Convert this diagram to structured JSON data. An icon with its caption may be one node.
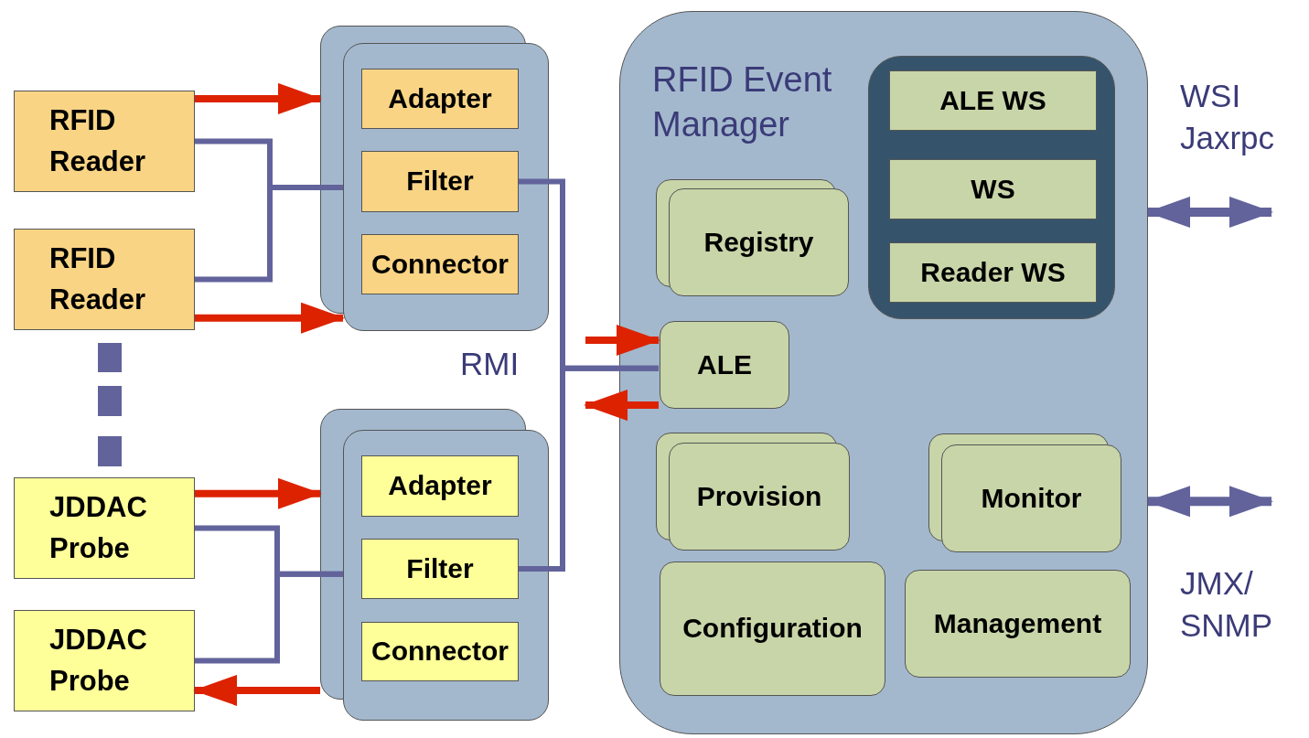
{
  "diagram": {
    "nodes": [
      {
        "text": [
          "RFID Reader"
        ]
      },
      {
        "text": [
          "RFID Reader"
        ]
      },
      {
        "text": [
          "JDDAC Probe"
        ]
      },
      {
        "text": [
          "JDDAC Probe"
        ]
      },
      {
        "text": [],
        "shape": "box"
      },
      {
        "text": [
          "Adapter"
        ],
        "in": 4
      },
      {
        "text": [
          "Filter"
        ],
        "in": 4
      },
      {
        "text": [
          "Connector"
        ],
        "in": 4
      },
      {
        "text": [],
        "shape": "box"
      },
      {
        "text": [
          "Adapter"
        ],
        "in": 8
      },
      {
        "text": [
          "Filter"
        ],
        "in": 8
      },
      {
        "text": [
          "Connector"
        ],
        "in": 8
      },
      {
        "text": [
          "RFID Event Manager"
        ]
      },
      {
        "text": [],
        "shape": "box",
        "in": 12
      },
      {
        "text": [
          "ALE WS"
        ],
        "in": 13
      },
      {
        "text": [
          "WS"
        ],
        "in": 13
      },
      {
        "text": [
          "Reader WS"
        ],
        "in": 13
      },
      {
        "text": [
          "Registry"
        ],
        "in": 12
      },
      {
        "text": [
          "ALE"
        ],
        "in": 12
      },
      {
        "text": [
          "Provision"
        ],
        "in": 12
      },
      {
        "text": [
          "Monitor"
        ],
        "in": 12
      },
      {
        "text": [
          "Configuration"
        ],
        "in": 12
      },
      {
        "text": [
          "Management"
        ],
        "in": 12
      }
    ],
    "edges": [
      {
        "from": 0,
        "to": 4,
        "arrow": "none"
      },
      {
        "from": 1,
        "to": 4,
        "arrow": "none"
      },
      {
        "from": 6,
        "to": 18,
        "arrow": "none"
      },
      {
        "from": 10,
        "to": 18,
        "arrow": "none"
      },
      {
        "from": 2,
        "to": 8,
        "arrow": "none"
      },
      {
        "from": 3,
        "to": 8,
        "arrow": "none"
      },
      {
        "from": 0,
        "to": 4,
        "arrow": "to",
        "color": "#dd2200"
      },
      {
        "from": 1,
        "to": 4,
        "arrow": "to",
        "color": "#dd2200"
      },
      {
        "from": 2,
        "to": 8,
        "arrow": "to",
        "color": "#dd2200"
      },
      {
        "from": 8,
        "to": 3,
        "arrow": "to",
        "color": "#dd2200"
      },
      {
        "from": null,
        "to": 18,
        "arrow": "to",
        "color": "#dd2200"
      },
      {
        "from": 18,
        "to": null,
        "arrow": "to",
        "color": "#dd2200"
      },
      {
        "from": 12,
        "to": null,
        "arrow": "both"
      },
      {
        "from": 12,
        "to": null,
        "arrow": "both"
      }
    ],
    "labels": [
      "RMI",
      "WSI Jaxrpc",
      "JMX/ SNMP"
    ]
  }
}
